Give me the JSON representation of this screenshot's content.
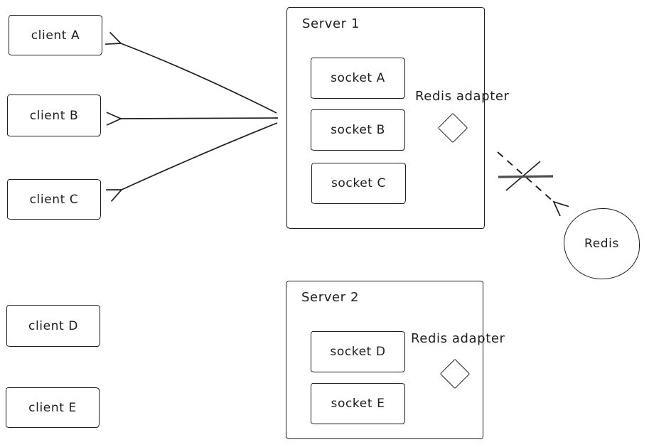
{
  "diagram": {
    "clients": [
      {
        "label": "client A"
      },
      {
        "label": "client B"
      },
      {
        "label": "client C"
      },
      {
        "label": "client D"
      },
      {
        "label": "client E"
      }
    ],
    "server1": {
      "label": "Server 1",
      "sockets": [
        {
          "label": "socket A"
        },
        {
          "label": "socket B"
        },
        {
          "label": "socket C"
        }
      ],
      "adapter_label": "Redis adapter"
    },
    "server2": {
      "label": "Server 2",
      "sockets": [
        {
          "label": "socket D"
        },
        {
          "label": "socket E"
        }
      ],
      "adapter_label": "Redis adapter"
    },
    "redis": {
      "label": "Redis"
    },
    "edges": [
      {
        "from": "Server 1",
        "to": "client A",
        "style": "solid",
        "arrow": true
      },
      {
        "from": "Server 1",
        "to": "client B",
        "style": "solid",
        "arrow": true
      },
      {
        "from": "Server 1",
        "to": "client C",
        "style": "solid",
        "arrow": true
      },
      {
        "from": "Server 1 Redis adapter",
        "to": "Redis",
        "style": "dashed",
        "arrow": true,
        "crossed_out": true
      }
    ],
    "colors": {
      "stroke": "#1e1e1e",
      "background": "#ffffff",
      "cross_bar": "#4d4d4d"
    }
  }
}
